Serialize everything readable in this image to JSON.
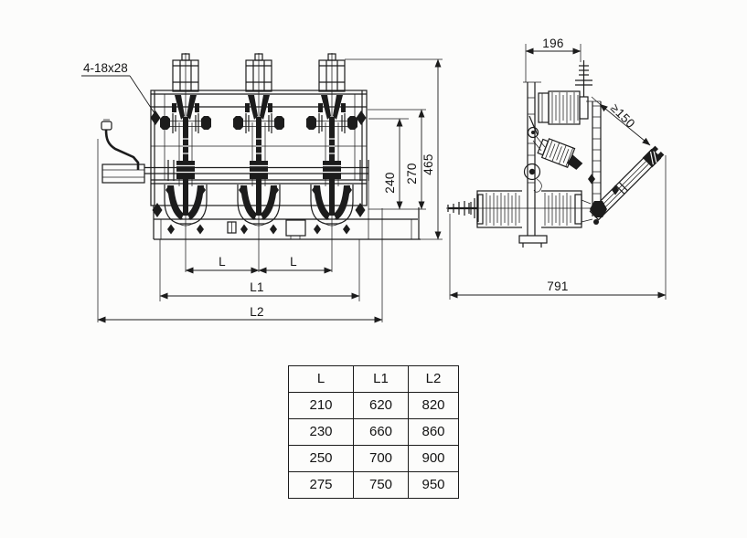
{
  "front_view": {
    "bolt_note": "4-18x28",
    "dim_v_inner": "240",
    "dim_v_mid": "270",
    "dim_v_outer": "465",
    "dim_pole_span_left": "L",
    "dim_pole_span_right": "L",
    "dim_width_l1": "L1",
    "dim_width_l2": "L2"
  },
  "side_view": {
    "dim_top_width": "196",
    "dim_clearance": "≥150",
    "dim_overall_length": "791"
  },
  "size_table": {
    "headers": [
      "L",
      "L1",
      "L2"
    ],
    "rows": [
      [
        "210",
        "620",
        "820"
      ],
      [
        "230",
        "660",
        "860"
      ],
      [
        "250",
        "700",
        "900"
      ],
      [
        "275",
        "750",
        "950"
      ]
    ]
  },
  "colors": {
    "ink": "#1c1c1c",
    "paper": "#fcfcfb"
  }
}
